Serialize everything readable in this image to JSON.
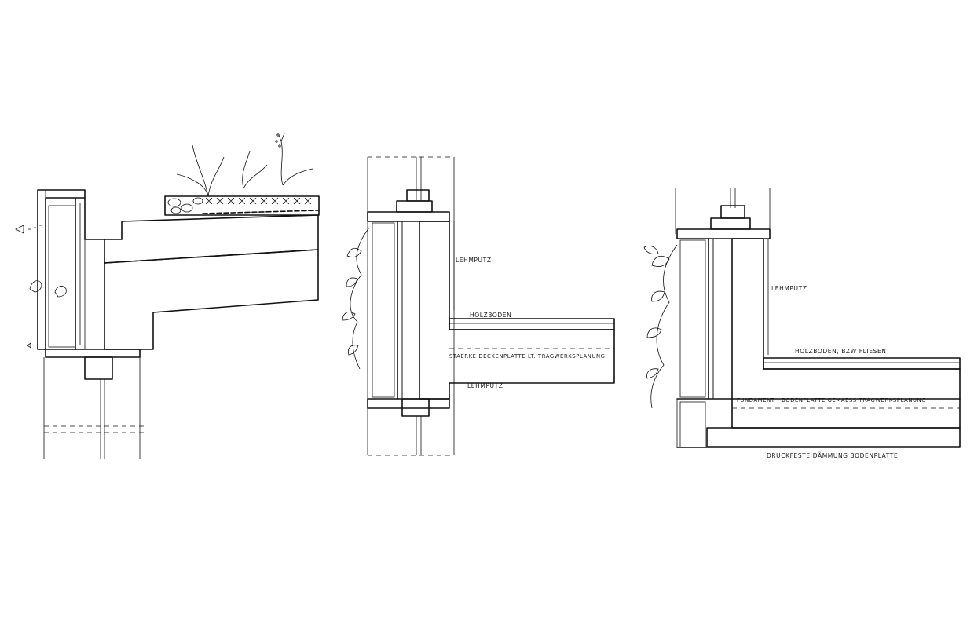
{
  "details": [
    {
      "name": "roof-eave",
      "labels": []
    },
    {
      "name": "wall-floor-junction",
      "labels": {
        "lehmputz_top": "LEHMPUTZ",
        "holzboden": "HOLZBODEN",
        "decke": "STAERKE DECKENPLATTE LT. TRAGWERKSPLANUNG",
        "lehmputz_bottom": "LEHMPUTZ"
      }
    },
    {
      "name": "wall-foundation",
      "labels": {
        "lehmputz": "LEHMPUTZ",
        "holzboden": "HOLZBODEN, BZW FLIESEN",
        "fundament": "FUNDAMENT - BODENPLATTE GEMAESS TRAGWERKSPLANUNG",
        "daemmung": "DRUCKFESTE DÄMMUNG BODENPLATTE"
      }
    }
  ],
  "colors": {
    "ink": "#111111",
    "paper": "#ffffff"
  }
}
